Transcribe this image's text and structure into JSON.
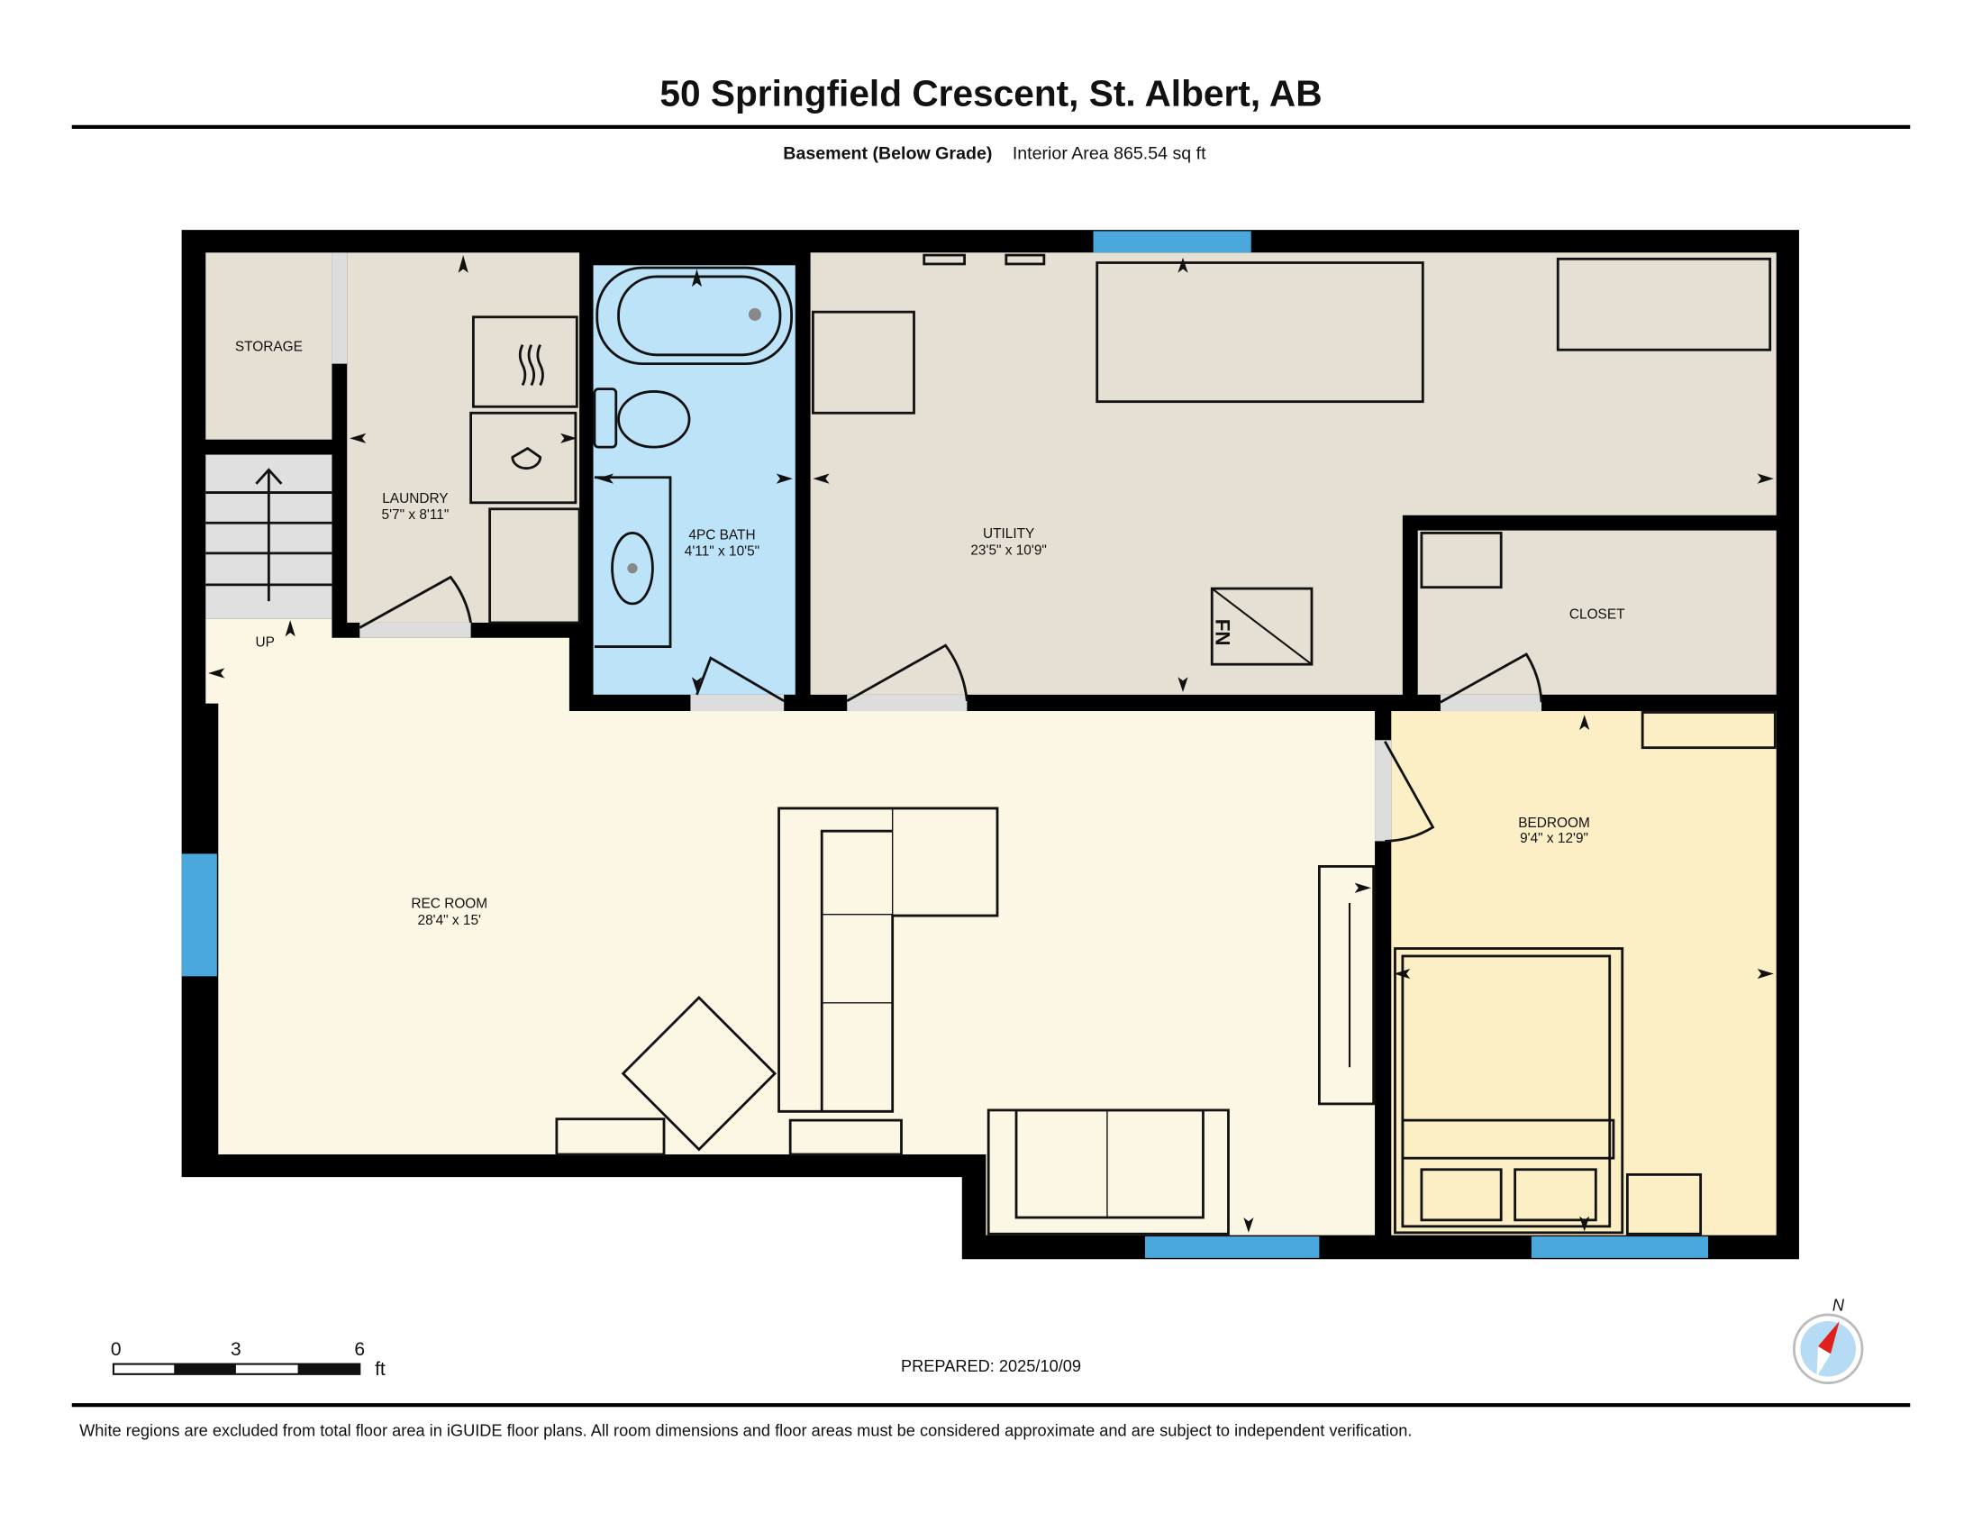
{
  "header": {
    "title": "50 Springfield Crescent, St. Albert, AB",
    "level": "Basement (Below Grade)",
    "area": "Interior Area 865.54 sq ft"
  },
  "rooms": {
    "storage": {
      "name": "STORAGE"
    },
    "laundry": {
      "name": "LAUNDRY",
      "dims": "5'7\" x 8'11\""
    },
    "bath": {
      "name": "4PC BATH",
      "dims": "4'11\" x 10'5\""
    },
    "utility": {
      "name": "UTILITY",
      "dims": "23'5\" x 10'9\""
    },
    "closet": {
      "name": "CLOSET"
    },
    "rec": {
      "name": "REC ROOM",
      "dims": "28'4\" x 15'"
    },
    "bedroom": {
      "name": "BEDROOM",
      "dims": "9'4\" x 12'9\""
    },
    "stairs": {
      "label": "UP"
    },
    "furnace": {
      "label": "FN"
    }
  },
  "scale_bar": {
    "ticks": [
      "0",
      "3",
      "6"
    ],
    "unit": "ft"
  },
  "prepared": "PREPARED: 2025/10/09",
  "compass": {
    "label": "N"
  },
  "footer": {
    "disclaimer": "White regions are excluded from total floor area in iGUIDE floor plans. All room dimensions and floor areas must be considered approximate and are subject to independent verification."
  },
  "colors": {
    "wall": "#000000",
    "utility": "#e6dfd3",
    "bath": "#bde3f8",
    "rec": "#fcf7e4",
    "bedroom": "#fcefc6",
    "window": "#4aa8dc",
    "compass_red": "#e0201c"
  }
}
